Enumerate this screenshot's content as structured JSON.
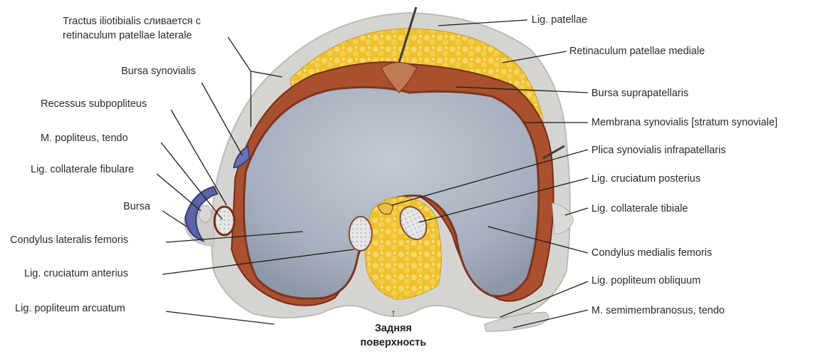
{
  "labels": {
    "tractus_1": "Tractus iliotibialis сливается с",
    "tractus_2": "retinaculum patellae laterale",
    "bursa_synovialis": "Bursa synovialis",
    "recessus_subpopliteus": "Recessus subpopliteus",
    "m_popliteus_tendo": "M. popliteus, tendo",
    "lig_collaterale_fibulare": "Lig. collaterale fibulare",
    "bursa": "Bursa",
    "condylus_lateralis": "Condylus lateralis femoris",
    "lig_cruciatum_anterius": "Lig. cruciatum anterius",
    "lig_popliteum_arcuatum": "Lig. popliteum arcuatum",
    "lig_patellae": "Lig. patellae",
    "retinaculum_mediale": "Retinaculum patellae mediale",
    "bursa_suprapatellaris": "Bursa suprapatellaris",
    "membrana_synovialis": "Membrana synovialis [stratum synoviale]",
    "plica_synovialis": "Plica synovialis infrapatellaris",
    "lig_cruciatum_posterius": "Lig. cruciatum posterius",
    "lig_collaterale_tibiale": "Lig. collaterale tibiale",
    "condylus_medialis": "Condylus medialis femoris",
    "lig_popliteum_obliquum": "Lig. popliteum obliquum",
    "m_semimembranosus": "M. semimembranosus, tendo",
    "posterior_arrow": "↑",
    "posterior_1": "Задняя",
    "posterior_2": "поверхность"
  },
  "colors": {
    "capsule": "#d4d2cf",
    "fat": "#efc52f",
    "synovial": "#a84a2e",
    "cartilage": "#a9b2bf",
    "ligament": "#e3e3e6",
    "bursa": "#5a63a8"
  }
}
